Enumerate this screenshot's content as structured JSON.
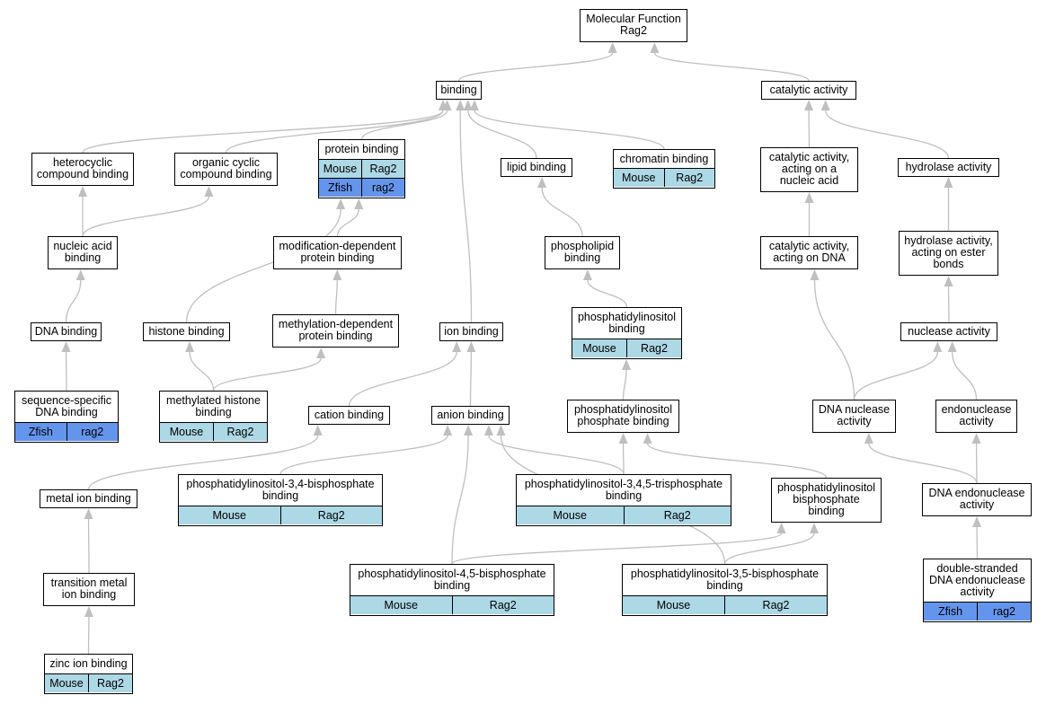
{
  "colors": {
    "mouse": "#add8e6",
    "zfish": "#6495ed",
    "edge": "#bfbfbf",
    "border": "#000000"
  },
  "nodes": {
    "root": {
      "label": "Molecular Function\nRag2"
    },
    "binding": {
      "label": "binding"
    },
    "catalytic": {
      "label": "catalytic activity"
    },
    "heterocyclic": {
      "label": "heterocyclic\ncompound binding"
    },
    "organic": {
      "label": "organic cyclic\ncompound binding"
    },
    "protein": {
      "label": "protein binding",
      "rows": [
        {
          "species": "Mouse",
          "gene": "Rag2",
          "kind": "mouse"
        },
        {
          "species": "Zfish",
          "gene": "rag2",
          "kind": "zfish"
        }
      ]
    },
    "lipid": {
      "label": "lipid binding"
    },
    "chromatin": {
      "label": "chromatin binding",
      "rows": [
        {
          "species": "Mouse",
          "gene": "Rag2",
          "kind": "mouse"
        }
      ]
    },
    "cat_nucleic": {
      "label": "catalytic activity,\nacting on a\nnucleic acid"
    },
    "hydrolase": {
      "label": "hydrolase activity"
    },
    "nucleic": {
      "label": "nucleic acid\nbinding"
    },
    "modif": {
      "label": "modification-dependent\nprotein binding"
    },
    "phospholipid": {
      "label": "phospholipid\nbinding"
    },
    "cat_dna": {
      "label": "catalytic activity,\nacting on DNA"
    },
    "hydro_ester": {
      "label": "hydrolase activity,\nacting on ester\nbonds"
    },
    "dna": {
      "label": "DNA binding"
    },
    "histone": {
      "label": "histone binding"
    },
    "methyl_dep": {
      "label": "methylation-dependent\nprotein binding"
    },
    "ion": {
      "label": "ion binding"
    },
    "pi": {
      "label": "phosphatidylinositol\nbinding",
      "rows": [
        {
          "species": "Mouse",
          "gene": "Rag2",
          "kind": "mouse"
        }
      ]
    },
    "nuclease": {
      "label": "nuclease activity"
    },
    "seqspec": {
      "label": "sequence-specific\nDNA binding",
      "rows": [
        {
          "species": "Zfish",
          "gene": "rag2",
          "kind": "zfish"
        }
      ]
    },
    "methyl_hist": {
      "label": "methylated histone\nbinding",
      "rows": [
        {
          "species": "Mouse",
          "gene": "Rag2",
          "kind": "mouse"
        }
      ]
    },
    "cation": {
      "label": "cation binding"
    },
    "anion": {
      "label": "anion binding"
    },
    "pip": {
      "label": "phosphatidylinositol\nphosphate binding"
    },
    "dna_nuclease": {
      "label": "DNA nuclease\nactivity"
    },
    "endonuclease": {
      "label": "endonuclease\nactivity"
    },
    "metal": {
      "label": "metal ion binding"
    },
    "pi34": {
      "label": "phosphatidylinositol-3,4-bisphosphate\nbinding",
      "rows": [
        {
          "species": "Mouse",
          "gene": "Rag2",
          "kind": "mouse"
        }
      ]
    },
    "pi345": {
      "label": "phosphatidylinositol-3,4,5-trisphosphate\nbinding",
      "rows": [
        {
          "species": "Mouse",
          "gene": "Rag2",
          "kind": "mouse"
        }
      ]
    },
    "pibis": {
      "label": "phosphatidylinositol\nbisphosphate\nbinding"
    },
    "dna_endo": {
      "label": "DNA endonuclease\nactivity"
    },
    "transition": {
      "label": "transition metal\nion binding"
    },
    "pi45": {
      "label": "phosphatidylinositol-4,5-bisphosphate\nbinding",
      "rows": [
        {
          "species": "Mouse",
          "gene": "Rag2",
          "kind": "mouse"
        }
      ]
    },
    "pi35": {
      "label": "phosphatidylinositol-3,5-bisphosphate\nbinding",
      "rows": [
        {
          "species": "Mouse",
          "gene": "Rag2",
          "kind": "mouse"
        }
      ]
    },
    "ds_endo": {
      "label": "double-stranded\nDNA endonuclease\nactivity",
      "rows": [
        {
          "species": "Zfish",
          "gene": "rag2",
          "kind": "zfish"
        }
      ]
    },
    "zinc": {
      "label": "zinc ion binding",
      "rows": [
        {
          "species": "Mouse",
          "gene": "Rag2",
          "kind": "mouse"
        }
      ]
    }
  },
  "edges": [
    [
      "binding",
      "root"
    ],
    [
      "catalytic",
      "root"
    ],
    [
      "heterocyclic",
      "binding"
    ],
    [
      "organic",
      "binding"
    ],
    [
      "protein",
      "binding"
    ],
    [
      "lipid",
      "binding"
    ],
    [
      "chromatin",
      "binding"
    ],
    [
      "ion",
      "binding"
    ],
    [
      "cat_nucleic",
      "catalytic"
    ],
    [
      "hydrolase",
      "catalytic"
    ],
    [
      "nucleic",
      "heterocyclic"
    ],
    [
      "nucleic",
      "organic"
    ],
    [
      "modif",
      "protein"
    ],
    [
      "histone",
      "protein"
    ],
    [
      "phospholipid",
      "lipid"
    ],
    [
      "cat_dna",
      "cat_nucleic"
    ],
    [
      "hydro_ester",
      "hydrolase"
    ],
    [
      "dna",
      "nucleic"
    ],
    [
      "methyl_dep",
      "modif"
    ],
    [
      "pi",
      "phospholipid"
    ],
    [
      "nuclease",
      "hydro_ester"
    ],
    [
      "seqspec",
      "dna"
    ],
    [
      "methyl_hist",
      "histone"
    ],
    [
      "methyl_hist",
      "methyl_dep"
    ],
    [
      "cation",
      "ion"
    ],
    [
      "anion",
      "ion"
    ],
    [
      "pip",
      "pi"
    ],
    [
      "dna_nuclease",
      "cat_dna"
    ],
    [
      "dna_nuclease",
      "nuclease"
    ],
    [
      "endonuclease",
      "nuclease"
    ],
    [
      "metal",
      "cation"
    ],
    [
      "pi34",
      "anion"
    ],
    [
      "pi345",
      "anion"
    ],
    [
      "pi45",
      "anion"
    ],
    [
      "pi35",
      "anion"
    ],
    [
      "pi345",
      "pip"
    ],
    [
      "pibis",
      "pip"
    ],
    [
      "pi45",
      "pibis"
    ],
    [
      "pi35",
      "pibis"
    ],
    [
      "dna_endo",
      "dna_nuclease"
    ],
    [
      "dna_endo",
      "endonuclease"
    ],
    [
      "transition",
      "metal"
    ],
    [
      "ds_endo",
      "dna_endo"
    ],
    [
      "zinc",
      "transition"
    ]
  ]
}
